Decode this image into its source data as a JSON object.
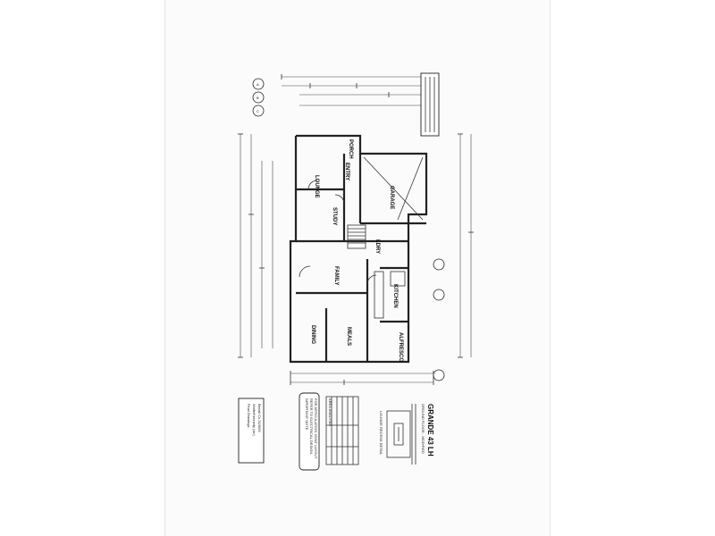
{
  "rooms": {
    "lounge": "LOUNGE",
    "entry": "ENTRY",
    "study": "STUDY",
    "family": "FAMILY",
    "dining": "DINING",
    "meals": "MEALS",
    "kitchen": "KITCHEN",
    "alfresco": "ALFRESCO",
    "garage": "GARAGE",
    "laundry": "LDRY",
    "porch": "PORCH"
  },
  "title_block": {
    "title": "GRANDE 43 LH",
    "subtitle": "GROUND FLOOR - MODIFIED"
  },
  "important_note": {
    "line1": "IMPORTANT NOTE",
    "line2": "REFER TO ELECTRICAL DESIGN",
    "line3": "FOR ARTICULATION JOINT LAYOUT"
  },
  "area_analysis": {
    "heading": "AREA ANALYSIS"
  },
  "detail": {
    "label": "LOUNGE RECESS DETAIL"
  },
  "sign_off": {
    "line1": "Final Drawings",
    "line2": "Wolfe/Kennedy (sic)",
    "line3": "Benail Cs 31/5/09"
  },
  "section_markers": [
    "A",
    "B",
    "C"
  ]
}
